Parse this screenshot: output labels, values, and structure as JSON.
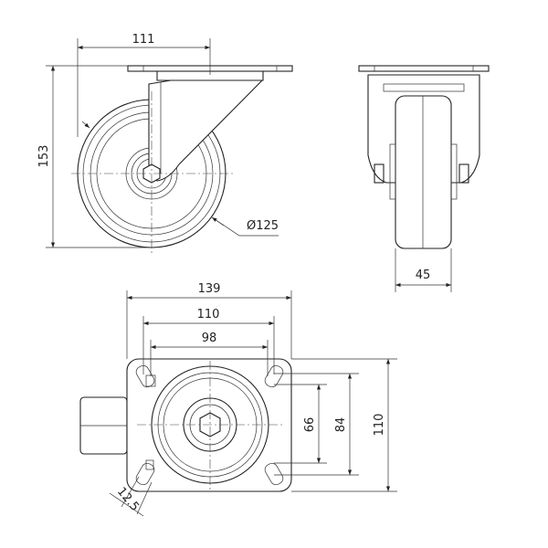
{
  "drawing": {
    "front_view": {
      "width_offset": "111",
      "height": "153",
      "wheel_diameter": "Ø125"
    },
    "side_view": {
      "wheel_width": "45"
    },
    "top_view": {
      "plate_width": "139",
      "hole_spacing_outer": "110",
      "hole_spacing_inner": "98",
      "plate_depth": "110",
      "hole_spacing_vertical_outer": "84",
      "hole_spacing_vertical_inner": "66",
      "slot_width": "12.5"
    }
  },
  "colors": {
    "line": "#222222",
    "background": "#ffffff"
  }
}
